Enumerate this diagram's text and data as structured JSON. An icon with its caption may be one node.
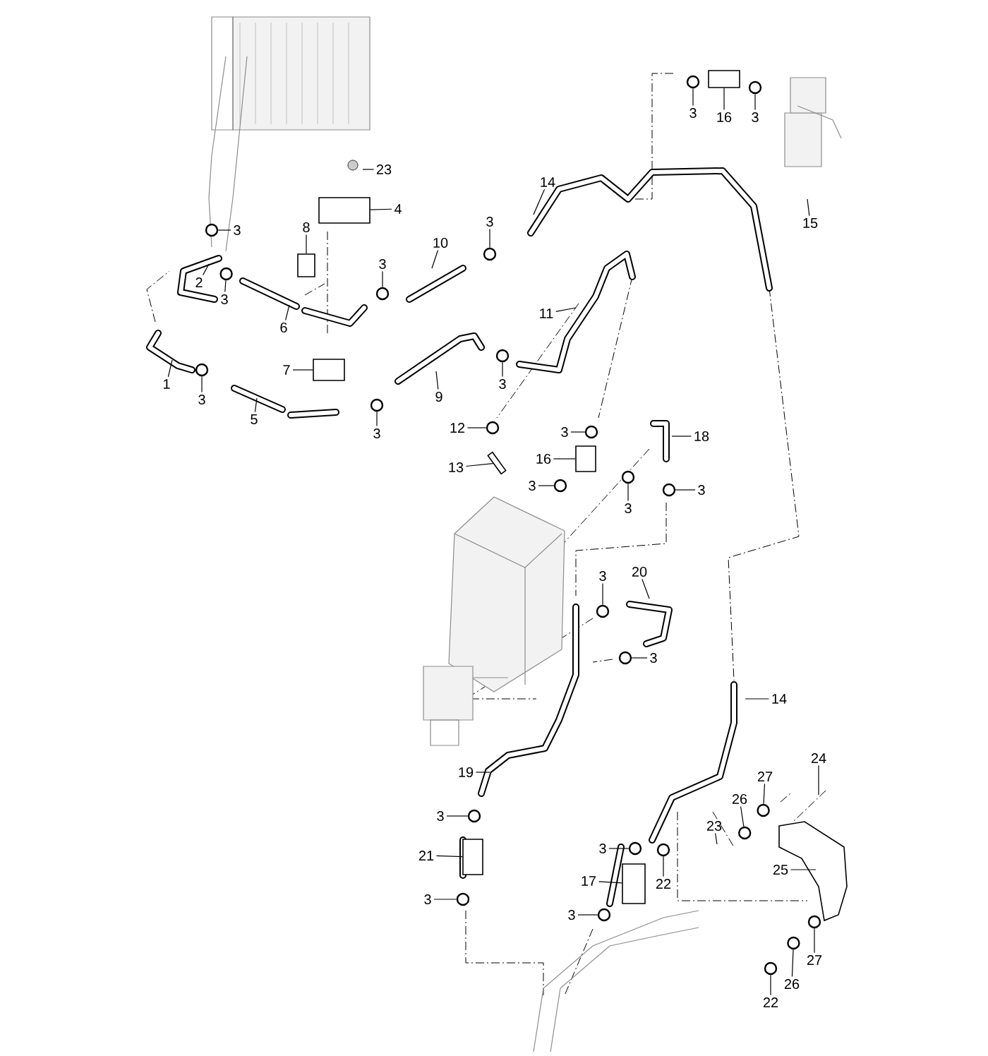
{
  "diagram": {
    "nodes": [
      {
        "text": [
          "23"
        ]
      },
      {
        "text": [
          "4"
        ]
      },
      {
        "text": [
          "8"
        ]
      },
      {
        "text": [
          "3"
        ]
      },
      {
        "text": [
          "10"
        ]
      },
      {
        "text": [
          "3"
        ]
      },
      {
        "text": [
          "14"
        ]
      },
      {
        "text": [
          "2"
        ]
      },
      {
        "text": [
          "3"
        ]
      },
      {
        "text": [
          "3"
        ]
      },
      {
        "text": [
          "6"
        ]
      },
      {
        "text": [
          "11"
        ]
      },
      {
        "text": [
          "7"
        ]
      },
      {
        "text": [
          "1"
        ]
      },
      {
        "text": [
          "3"
        ]
      },
      {
        "text": [
          "5"
        ]
      },
      {
        "text": [
          "9"
        ]
      },
      {
        "text": [
          "3"
        ]
      },
      {
        "text": [
          "3"
        ]
      },
      {
        "text": [
          "12"
        ]
      },
      {
        "text": [
          "13"
        ]
      },
      {
        "text": [
          "3"
        ]
      },
      {
        "text": [
          "16"
        ]
      },
      {
        "text": [
          "3"
        ]
      },
      {
        "text": [
          "18"
        ]
      },
      {
        "text": [
          "3"
        ]
      },
      {
        "text": [
          "3"
        ]
      },
      {
        "text": [
          "3"
        ]
      },
      {
        "text": [
          "20"
        ]
      },
      {
        "text": [
          "3"
        ]
      },
      {
        "text": [
          "14"
        ]
      },
      {
        "text": [
          "19"
        ]
      },
      {
        "text": [
          "3"
        ]
      },
      {
        "text": [
          "21"
        ]
      },
      {
        "text": [
          "3"
        ]
      },
      {
        "text": [
          "3"
        ]
      },
      {
        "text": [
          "17"
        ]
      },
      {
        "text": [
          "3"
        ]
      },
      {
        "text": [
          "22"
        ]
      },
      {
        "text": [
          "23"
        ]
      },
      {
        "text": [
          "26"
        ]
      },
      {
        "text": [
          "27"
        ]
      },
      {
        "text": [
          "24"
        ]
      },
      {
        "text": [
          "25"
        ]
      },
      {
        "text": [
          "26"
        ]
      },
      {
        "text": [
          "27"
        ]
      },
      {
        "text": [
          "22"
        ]
      },
      {
        "text": [
          "3"
        ]
      },
      {
        "text": [
          "16"
        ]
      },
      {
        "text": [
          "3"
        ]
      },
      {
        "text": [
          "15"
        ]
      },
      {
        "text": [],
        "shape": "circle"
      },
      {
        "text": [],
        "shape": "circle"
      },
      {
        "text": [],
        "shape": "circle"
      },
      {
        "text": [],
        "shape": "circle"
      },
      {
        "text": [],
        "shape": "circle"
      },
      {
        "text": [],
        "shape": "circle"
      },
      {
        "text": [],
        "shape": "circle"
      },
      {
        "text": [],
        "shape": "circle"
      },
      {
        "text": [],
        "shape": "circle"
      },
      {
        "text": [],
        "shape": "circle"
      },
      {
        "text": [],
        "shape": "circle"
      },
      {
        "text": [],
        "shape": "circle"
      },
      {
        "text": [],
        "shape": "circle"
      },
      {
        "text": [],
        "shape": "circle"
      },
      {
        "text": [],
        "shape": "circle"
      },
      {
        "text": [],
        "shape": "circle"
      },
      {
        "text": [],
        "shape": "circle"
      },
      {
        "text": [],
        "shape": "circle"
      },
      {
        "text": [],
        "shape": "circle"
      },
      {
        "text": [],
        "shape": "circle"
      },
      {
        "text": [],
        "shape": "circle"
      },
      {
        "text": [],
        "shape": "circle"
      },
      {
        "text": [],
        "shape": "circle"
      },
      {
        "text": [],
        "shape": "circle"
      },
      {
        "text": [],
        "shape": "circle"
      },
      {
        "text": [],
        "shape": "circle"
      },
      {
        "text": [],
        "shape": "box"
      },
      {
        "text": [],
        "shape": "box"
      },
      {
        "text": [],
        "shape": "box"
      },
      {
        "text": [],
        "shape": "box"
      },
      {
        "text": [],
        "shape": "box"
      },
      {
        "text": [],
        "shape": "box"
      },
      {
        "text": [],
        "shape": "box"
      },
      {
        "text": [],
        "shape": "bar"
      }
    ],
    "edges": [
      {
        "from": 0,
        "to": null,
        "arrow": "none"
      },
      {
        "from": 1,
        "to": 81,
        "arrow": "none"
      },
      {
        "from": 2,
        "to": 82,
        "arrow": "none"
      },
      {
        "from": 3,
        "to": 51,
        "arrow": "none"
      },
      {
        "from": 4,
        "to": null,
        "arrow": "none"
      },
      {
        "from": 5,
        "to": 52,
        "arrow": "none"
      },
      {
        "from": 6,
        "to": null,
        "arrow": "none"
      },
      {
        "from": 7,
        "to": null,
        "arrow": "none"
      },
      {
        "from": 8,
        "to": 53,
        "arrow": "none"
      },
      {
        "from": 9,
        "to": 54,
        "arrow": "none"
      },
      {
        "from": 10,
        "to": null,
        "arrow": "none"
      },
      {
        "from": 11,
        "to": null,
        "arrow": "none"
      },
      {
        "from": 12,
        "to": 83,
        "arrow": "none"
      },
      {
        "from": 13,
        "to": null,
        "arrow": "none"
      },
      {
        "from": 14,
        "to": 55,
        "arrow": "none"
      },
      {
        "from": 15,
        "to": null,
        "arrow": "none"
      },
      {
        "from": 16,
        "to": null,
        "arrow": "none"
      },
      {
        "from": 17,
        "to": 56,
        "arrow": "none"
      },
      {
        "from": 18,
        "to": 57,
        "arrow": "none"
      },
      {
        "from": 19,
        "to": 58,
        "arrow": "none"
      },
      {
        "from": 20,
        "to": 84,
        "arrow": "none"
      },
      {
        "from": 21,
        "to": 59,
        "arrow": "none"
      },
      {
        "from": 22,
        "to": 77,
        "arrow": "none"
      },
      {
        "from": 23,
        "to": 60,
        "arrow": "none"
      },
      {
        "from": 24,
        "to": null,
        "arrow": "none"
      },
      {
        "from": 25,
        "to": 61,
        "arrow": "none"
      },
      {
        "from": 26,
        "to": 62,
        "arrow": "none"
      },
      {
        "from": 27,
        "to": 63,
        "arrow": "none"
      },
      {
        "from": 28,
        "to": null,
        "arrow": "none"
      },
      {
        "from": 29,
        "to": 64,
        "arrow": "none"
      },
      {
        "from": 30,
        "to": null,
        "arrow": "none"
      },
      {
        "from": 31,
        "to": null,
        "arrow": "none"
      },
      {
        "from": 32,
        "to": 65,
        "arrow": "none"
      },
      {
        "from": 33,
        "to": 78,
        "arrow": "none"
      },
      {
        "from": 34,
        "to": 66,
        "arrow": "none"
      },
      {
        "from": 35,
        "to": 67,
        "arrow": "none"
      },
      {
        "from": 36,
        "to": 79,
        "arrow": "none"
      },
      {
        "from": 37,
        "to": 68,
        "arrow": "none"
      },
      {
        "from": 38,
        "to": 69,
        "arrow": "none"
      },
      {
        "from": 39,
        "to": null,
        "arrow": "none"
      },
      {
        "from": 40,
        "to": 70,
        "arrow": "none"
      },
      {
        "from": 41,
        "to": 71,
        "arrow": "none"
      },
      {
        "from": 42,
        "to": null,
        "arrow": "none"
      },
      {
        "from": 43,
        "to": null,
        "arrow": "none"
      },
      {
        "from": 44,
        "to": 72,
        "arrow": "none"
      },
      {
        "from": 45,
        "to": 73,
        "arrow": "none"
      },
      {
        "from": 46,
        "to": 74,
        "arrow": "none"
      },
      {
        "from": 47,
        "to": 75,
        "arrow": "none"
      },
      {
        "from": 48,
        "to": 80,
        "arrow": "none"
      },
      {
        "from": 49,
        "to": 76,
        "arrow": "none"
      },
      {
        "from": 50,
        "to": null,
        "arrow": "none"
      }
    ]
  }
}
